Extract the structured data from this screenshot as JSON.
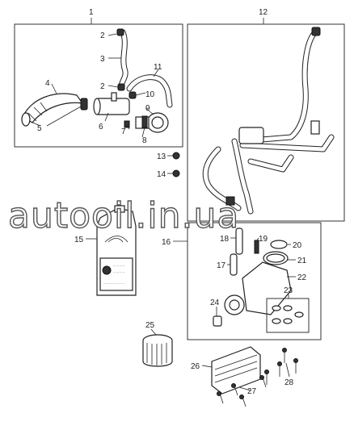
{
  "watermark": "autooil.in.ua",
  "callouts": [
    "1",
    "2",
    "3",
    "2",
    "4",
    "5",
    "6",
    "7",
    "8",
    "9",
    "10",
    "11",
    "12",
    "13",
    "14",
    "15",
    "16",
    "17",
    "18",
    "19",
    "20",
    "21",
    "22",
    "23",
    "24",
    "25",
    "26",
    "27",
    "28"
  ],
  "callout_groups": {
    "group_a": "1",
    "group_b": "12",
    "group_c": "16"
  }
}
